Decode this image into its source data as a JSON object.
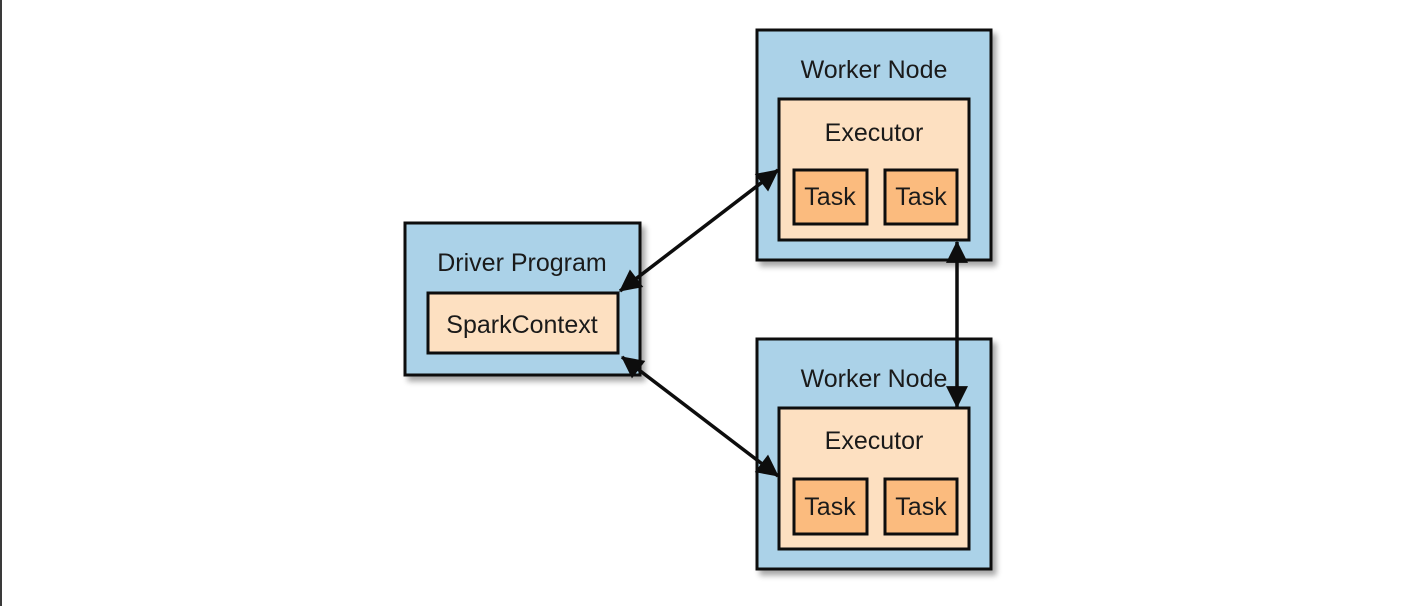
{
  "diagram": {
    "type": "architecture",
    "title": "",
    "colors": {
      "node_fill": "#abd2e8",
      "executor_fill": "#fde0c1",
      "task_fill": "#fbbb7e",
      "border": "#0d0d0d",
      "background": "#ffffff"
    },
    "driver": {
      "label": "Driver Program",
      "context": {
        "label": "SparkContext"
      }
    },
    "workers": [
      {
        "label": "Worker Node",
        "executor": {
          "label": "Executor",
          "tasks": [
            {
              "label": "Task"
            },
            {
              "label": "Task"
            }
          ]
        }
      },
      {
        "label": "Worker Node",
        "executor": {
          "label": "Executor",
          "tasks": [
            {
              "label": "Task"
            },
            {
              "label": "Task"
            }
          ]
        }
      }
    ],
    "edges": [
      {
        "from": "SparkContext",
        "to": "Worker Node 1 / Executor",
        "direction": "bidirectional"
      },
      {
        "from": "SparkContext",
        "to": "Worker Node 2 / Executor",
        "direction": "bidirectional"
      },
      {
        "from": "Worker Node 1 / Executor",
        "to": "Worker Node 2 / Executor",
        "direction": "bidirectional"
      }
    ]
  }
}
